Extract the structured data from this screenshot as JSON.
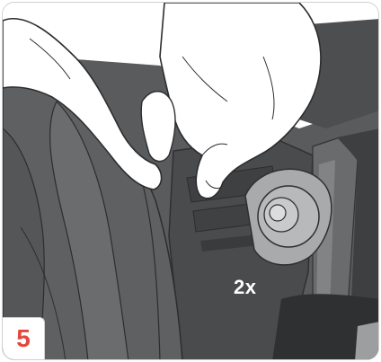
{
  "step": {
    "number": "5",
    "number_color": "#e2483d"
  },
  "instruction": {
    "repeat_label": "2x"
  },
  "illustration": {
    "subject": "hands-releasing-latch-on-seat-buckle"
  }
}
